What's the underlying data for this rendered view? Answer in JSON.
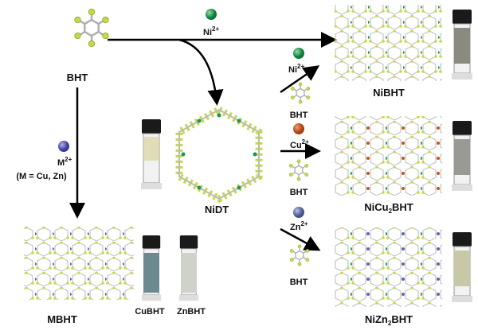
{
  "title": "Synthesis scheme of NiBHT, NiCu2BHT, NiZn2BHT and MBHT",
  "labels": {
    "bht": "BHT",
    "nidt": "NiDT",
    "nibht": "NiBHT",
    "nicu_base": "NiCu",
    "nicu_sub": "2",
    "nicu_end": "BHT",
    "nizn_base": "NiZn",
    "nizn_sub": "2",
    "nizn_end": "BHT",
    "mbht": "MBHT",
    "cubht": "CuBHT",
    "znbht": "ZnBHT",
    "m_note": "(M = Cu, Zn)"
  },
  "ions": {
    "ni_top": {
      "base": "Ni",
      "charge": "2+"
    },
    "m": {
      "base": "M",
      "charge": "2+"
    },
    "ni_mid": {
      "base": "Ni",
      "charge": "2+"
    },
    "cu": {
      "base": "Cu",
      "charge": "2+"
    },
    "zn": {
      "base": "Zn",
      "charge": "2+"
    }
  },
  "reagent_labels": [
    "BHT",
    "BHT",
    "BHT"
  ],
  "colors": {
    "ni": "#1a9a4a",
    "cu": "#c0581e",
    "zn": "#5a6aa8",
    "m": "#5a5ab0",
    "sulfur": "#c8d84a",
    "carbon": "#b0b0b0"
  }
}
